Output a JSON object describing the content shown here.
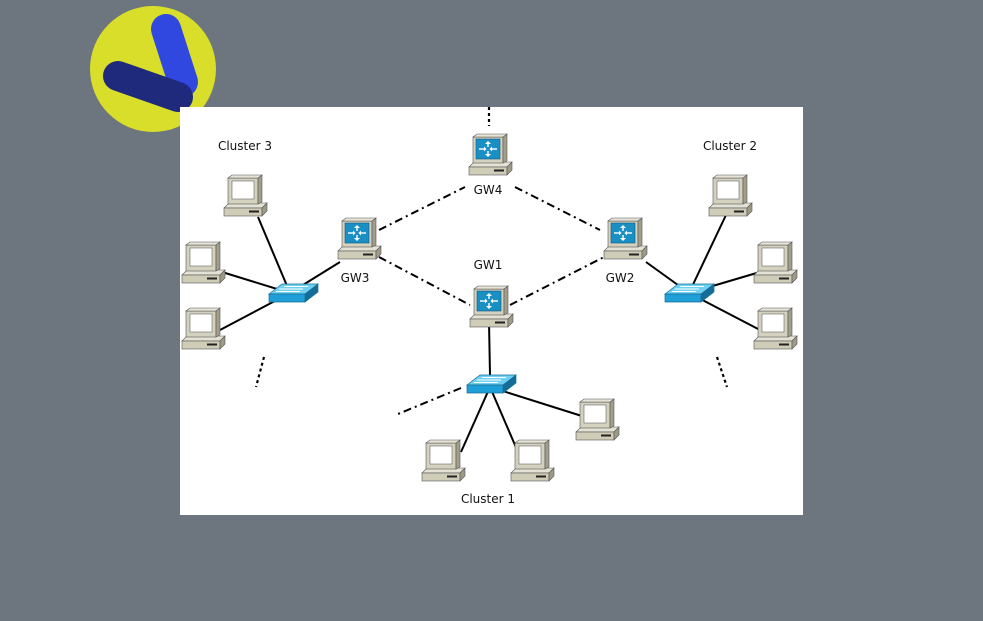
{
  "labels": {
    "cluster1": "Cluster 1",
    "cluster2": "Cluster 2",
    "cluster3": "Cluster 3",
    "gw1": "GW1",
    "gw2": "GW2",
    "gw3": "GW3",
    "gw4": "GW4"
  },
  "colors": {
    "background": "#6d757e",
    "canvas": "#ffffff",
    "router_blue": "#1a8fc4",
    "switch_blue": "#29a8dc",
    "pc_beige": "#d4d1bf",
    "logo_yellow": "#d8de2a",
    "logo_navy": "#1f2a7c",
    "logo_blue": "#3148e0"
  },
  "icons": {
    "router": "router-icon",
    "switch": "switch-icon",
    "computer": "computer-icon",
    "logo": "logo-icon"
  }
}
